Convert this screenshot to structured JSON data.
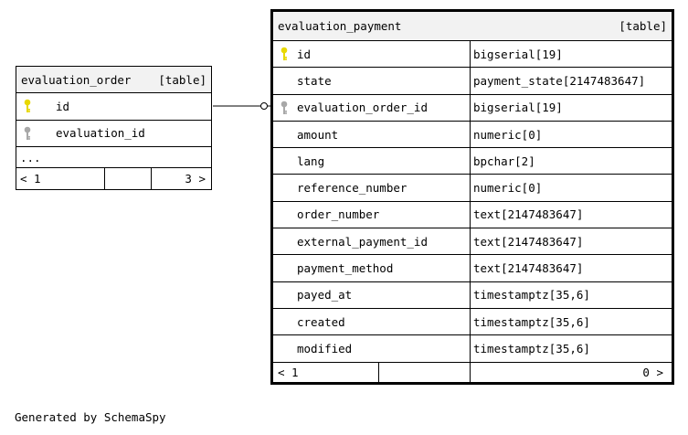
{
  "footer_text": "Generated by SchemaSpy",
  "colors": {
    "primary_key": "#e8d800",
    "foreign_key": "#a8a8a8"
  },
  "evaluation_order": {
    "name": "evaluation_order",
    "kind": "[table]",
    "columns": [
      {
        "name": "id",
        "key": "key-icon"
      },
      {
        "name": "evaluation_id",
        "key": "foreign-key-icon"
      }
    ],
    "ellipsis": "...",
    "nav_left": "< 1",
    "nav_right": "3 >"
  },
  "evaluation_payment": {
    "name": "evaluation_payment",
    "kind": "[table]",
    "columns": [
      {
        "name": "id",
        "type": "bigserial[19]",
        "key": "key-icon"
      },
      {
        "name": "state",
        "type": "payment_state[2147483647]",
        "key": ""
      },
      {
        "name": "evaluation_order_id",
        "type": "bigserial[19]",
        "key": "foreign-key-icon"
      },
      {
        "name": "amount",
        "type": "numeric[0]",
        "key": ""
      },
      {
        "name": "lang",
        "type": "bpchar[2]",
        "key": ""
      },
      {
        "name": "reference_number",
        "type": "numeric[0]",
        "key": ""
      },
      {
        "name": "order_number",
        "type": "text[2147483647]",
        "key": ""
      },
      {
        "name": "external_payment_id",
        "type": "text[2147483647]",
        "key": ""
      },
      {
        "name": "payment_method",
        "type": "text[2147483647]",
        "key": ""
      },
      {
        "name": "payed_at",
        "type": "timestamptz[35,6]",
        "key": ""
      },
      {
        "name": "created",
        "type": "timestamptz[35,6]",
        "key": ""
      },
      {
        "name": "modified",
        "type": "timestamptz[35,6]",
        "key": ""
      }
    ],
    "nav_left": "< 1",
    "nav_right": "0 >"
  }
}
